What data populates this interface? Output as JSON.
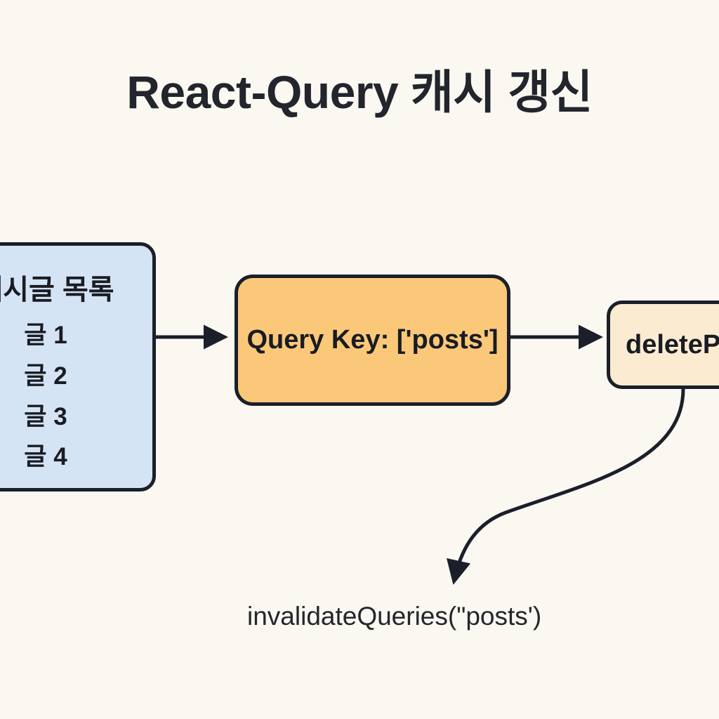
{
  "diagram": {
    "title": "React-Query 캐시 갱신",
    "background_color": "#faf8f1",
    "stroke_color": "#1b1f2a",
    "text_color": "#191c22"
  },
  "nodes": {
    "post_list": {
      "heading": "게시글 목록",
      "items": [
        "글 1",
        "글 2",
        "글 3",
        "글 4"
      ],
      "fill_color": "#d5e4f5",
      "clipped_edge": "left"
    },
    "query_key": {
      "label": "Query Key: ['posts']",
      "fill_color": "#fbc87a"
    },
    "delete_post": {
      "label": "deletePost",
      "fill_color": "#fbecd1",
      "clipped_edge": "right"
    }
  },
  "caption": {
    "invalidate_label": "invalidateQueries(\"posts')"
  },
  "connectors": [
    {
      "name": "post-list-to-query-key",
      "style": "straight-arrow"
    },
    {
      "name": "query-key-to-delete-post",
      "style": "straight-arrow"
    },
    {
      "name": "delete-post-to-invalidate",
      "style": "curved-arrow"
    }
  ]
}
